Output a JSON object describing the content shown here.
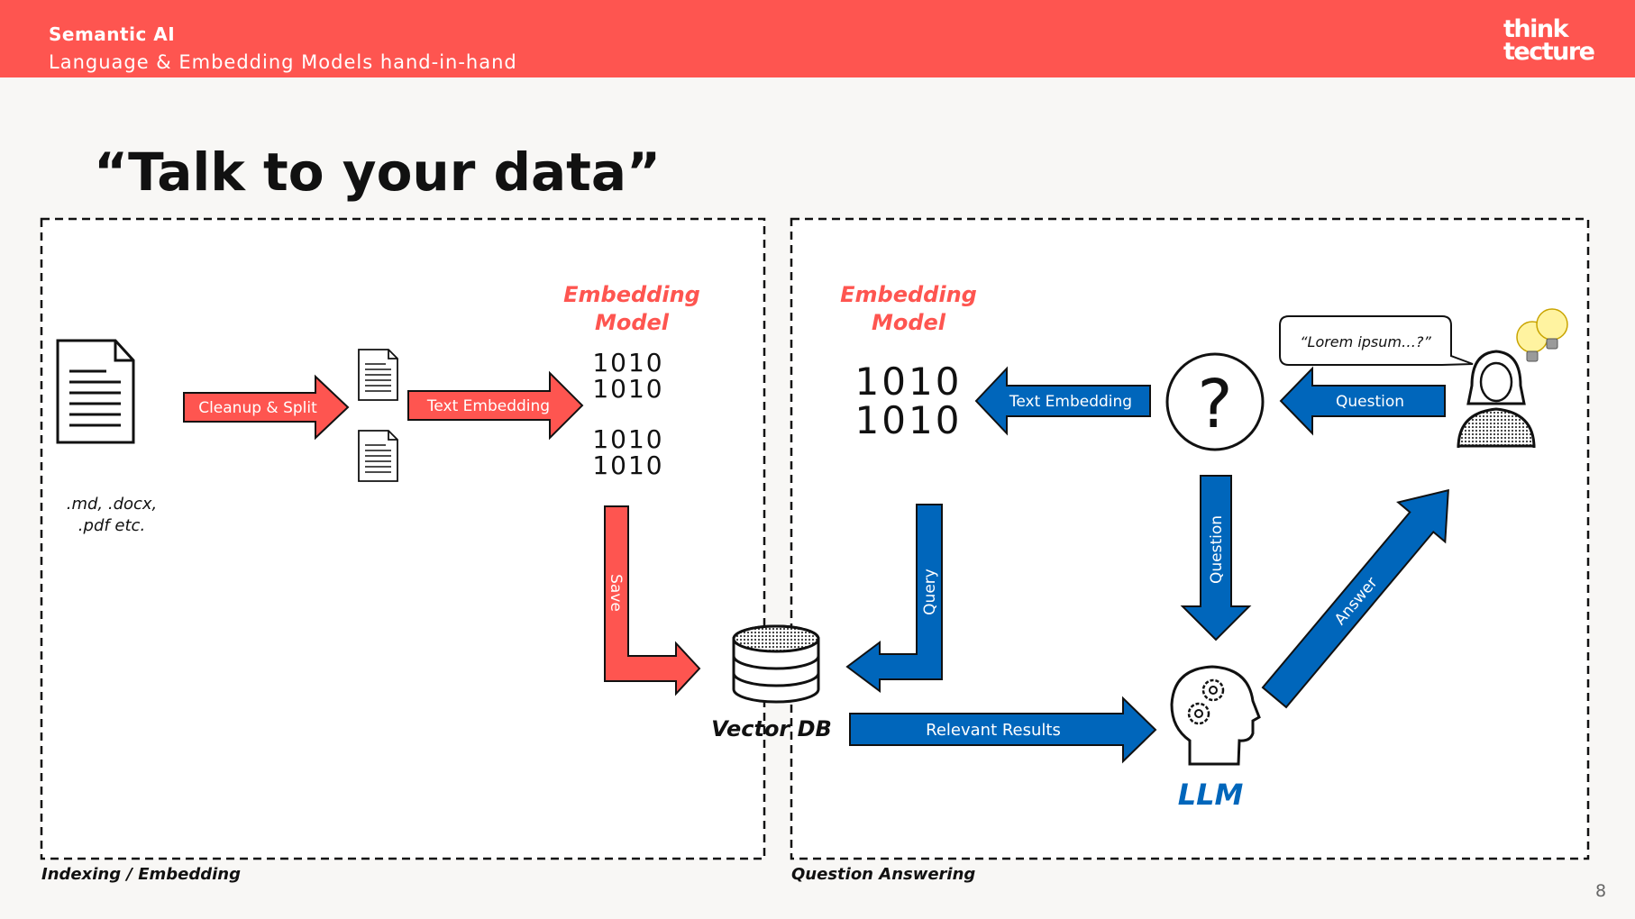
{
  "header": {
    "title": "Semantic AI",
    "subtitle": "Language & Embedding Models hand-in-hand",
    "logo_line1": "think",
    "logo_line2": "tecture"
  },
  "slide": {
    "title": "“Talk to your data”",
    "page_number": "8"
  },
  "colors": {
    "accent_red": "#fe5550",
    "accent_blue": "#0066bb",
    "text_dark": "#111111"
  },
  "indexing": {
    "caption": "Indexing / Embedding",
    "file_types_line1": ".md, .docx,",
    "file_types_line2": ".pdf etc.",
    "cleanup_label": "Cleanup & Split",
    "text_embedding_label": "Text Embedding",
    "model_line1": "Embedding",
    "model_line2": "Model",
    "save_label": "Save",
    "binary": "1010"
  },
  "vector_db": {
    "label": "Vector DB"
  },
  "qa": {
    "caption": "Question Answering",
    "model_line1": "Embedding",
    "model_line2": "Model",
    "text_embedding_label": "Text Embedding",
    "question_label": "Question",
    "question_down_label": "Question",
    "query_label": "Query",
    "relevant_results_label": "Relevant Results",
    "answer_label": "Answer",
    "speech_bubble": "“Lorem ipsum…?”",
    "llm_label": "LLM",
    "question_mark": "?",
    "binary": "1010"
  },
  "icons": [
    "document-icon",
    "small-document-icon",
    "binary-icon",
    "database-icon",
    "question-circle-icon",
    "person-icon",
    "lightbulb-icon",
    "head-gears-icon",
    "speech-bubble-icon"
  ]
}
